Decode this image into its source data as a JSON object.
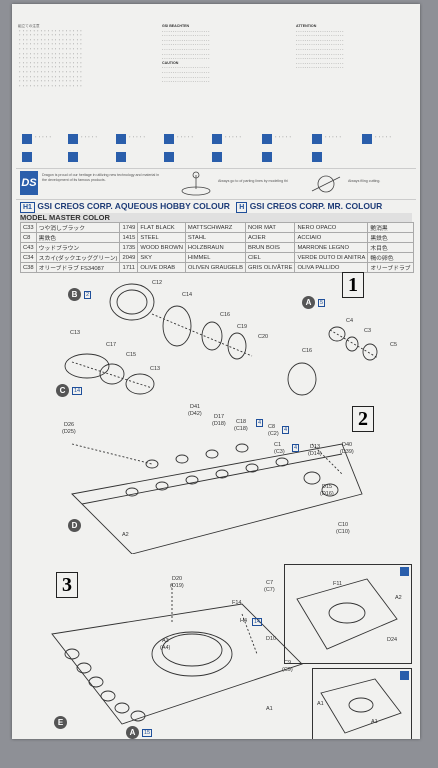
{
  "header": {
    "logo_text": "DS",
    "section_h1": "H1",
    "aqueous_title": "GSI CREOS CORP. AQUEOUS HOBBY COLOUR",
    "mr_color_icon": "H",
    "mr_title": "GSI CREOS CORP. MR. COLOUR",
    "model_master_title": "MODEL MASTER COLOR"
  },
  "colors": [
    {
      "code": "C33",
      "jp": "つや消しブラック",
      "num": "1749",
      "en": "FLAT BLACK",
      "de": "MATTSCHWARZ",
      "fr": "NOIR MAT",
      "it": "NERO OPACO",
      "jp2": "艶消黒"
    },
    {
      "code": "C8",
      "jp": "黒鉄色",
      "num": "1415",
      "en": "STEEL",
      "de": "STAHL",
      "fr": "ACIER",
      "it": "ACCIAIO",
      "jp2": "黒鉄色"
    },
    {
      "code": "C43",
      "jp": "ウッドブラウン",
      "num": "1735",
      "en": "WOOD BROWN",
      "de": "HOLZBRAUN",
      "fr": "BRUN BOIS",
      "it": "MARRONE LEGNO",
      "jp2": "木目色"
    },
    {
      "code": "C34",
      "jp": "スカイ(ダックエッググリーン)",
      "num": "2049",
      "en": "SKY",
      "de": "HIMMEL",
      "fr": "CIEL",
      "it": "VERDE DUTO DI ANITRA",
      "jp2": "鴨の卵色"
    },
    {
      "code": "C38",
      "jp": "オリーブドラブ FS34087",
      "num": "1711",
      "en": "OLIVE DRAB",
      "de": "OLIVEN GRAUGELB",
      "fr": "GRIS OLIVÂTRE",
      "it": "OLIVA PALLIDO",
      "jp2": "オリーブドラブ"
    }
  ],
  "steps": [
    {
      "num": "1"
    },
    {
      "num": "2"
    },
    {
      "num": "3"
    }
  ],
  "markers": {
    "a": "A",
    "b": "B",
    "c": "C",
    "d": "D",
    "e": "E"
  },
  "refs": {
    "r2": "2",
    "r4": "4",
    "r5": "5",
    "r14": "14",
    "r15": "15"
  },
  "part_labels": {
    "c12": "C12",
    "c14": "C14",
    "c16": "C16",
    "c13": "C13",
    "c17": "C17",
    "c15": "C15",
    "c13b": "C13",
    "c19": "C19",
    "c20": "C20",
    "c4": "C4",
    "c5": "C5",
    "c3": "C3",
    "c16b": "C16",
    "d41": "D41",
    "d42": "(D42)",
    "d17": "D17",
    "d18": "(D18)",
    "c18": "C18",
    "c18b": "(C18)",
    "c8": "C8",
    "c2": "(C2)",
    "c1": "C1",
    "c3b": "(C3)",
    "d26": "D26",
    "d25": "(D25)",
    "a2": "A2",
    "d13": "D13",
    "d14": "(D14)",
    "d40": "D40",
    "d39": "(D39)",
    "d15": "D15",
    "d16": "(D16)",
    "c10": "C10",
    "c10b": "(C10)",
    "c7": "C7",
    "c7b": "(C7)",
    "d20": "D20",
    "d19": "(D19)",
    "f14": "F14",
    "h4": "H4",
    "a3": "A3",
    "a4": "(A4)",
    "d10": "D10",
    "c9": "C9",
    "c9b": "(C9)",
    "a1": "A1",
    "f11": "F11",
    "a2b": "A2",
    "d24": "D24",
    "a1b": "A1",
    "a1c": "A1"
  },
  "text_top": {
    "jp_title": "組立ての注意",
    "eng_heading": "GSI BEACHTEN",
    "caution": "CAUTION",
    "attention": "ATTENTION",
    "dragon_note": "Dragon is proud of our heritage in utilizing new technology and material in the development of its famous products.",
    "tip1": "Always file smoothly before cutting.",
    "tip2": "Always fill gaps by using putty.",
    "tip3": "Always go to the finish.",
    "fig1": "Always filing cutting.",
    "fig2": "Always go to of parting lines by modeling thinner"
  },
  "icons": [
    "warning-icon",
    "paint-icon",
    "glue-icon",
    "bend-icon",
    "cut-icon",
    "repeat-icon",
    "drill-icon",
    "choice-icon",
    "star-icon",
    "option-icon",
    "flip-icon",
    "sand-icon",
    "decal-icon",
    "remove-icon",
    "assemble-icon"
  ]
}
